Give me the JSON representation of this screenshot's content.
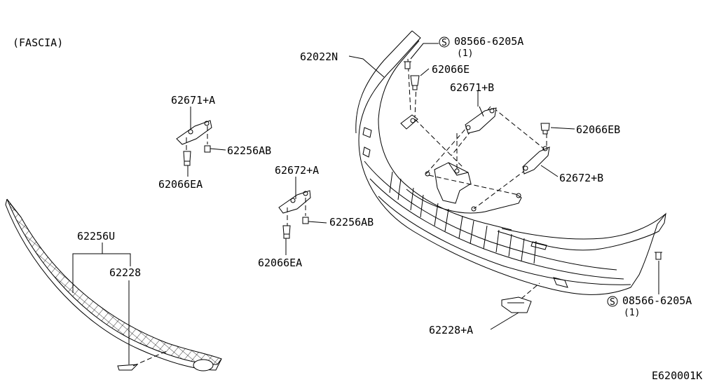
{
  "diagram": {
    "section_label": "(FASCIA)",
    "drawing_code": "E620001K",
    "labels": {
      "fascia_main": "62022N",
      "bolt_top": "08566-6205A",
      "bolt_top_qty": "(1)",
      "clip_top": "62066E",
      "bracket_right_upper": "62671+B",
      "clip_right": "62066EB",
      "bracket_right_lower": "62672+B",
      "bolt_bottom": "08566-6205A",
      "bolt_bottom_qty": "(1)",
      "deflector_right": "62228+A",
      "bracket_left_upper": "62671+A",
      "screw_left_upper": "62256AB",
      "clip_left_upper": "62066EA",
      "bracket_left_lower": "62672+A",
      "screw_left_lower": "62256AB",
      "clip_left_lower": "62066EA",
      "grille": "62256U",
      "deflector_left": "62228"
    },
    "symbol_s": "S"
  }
}
